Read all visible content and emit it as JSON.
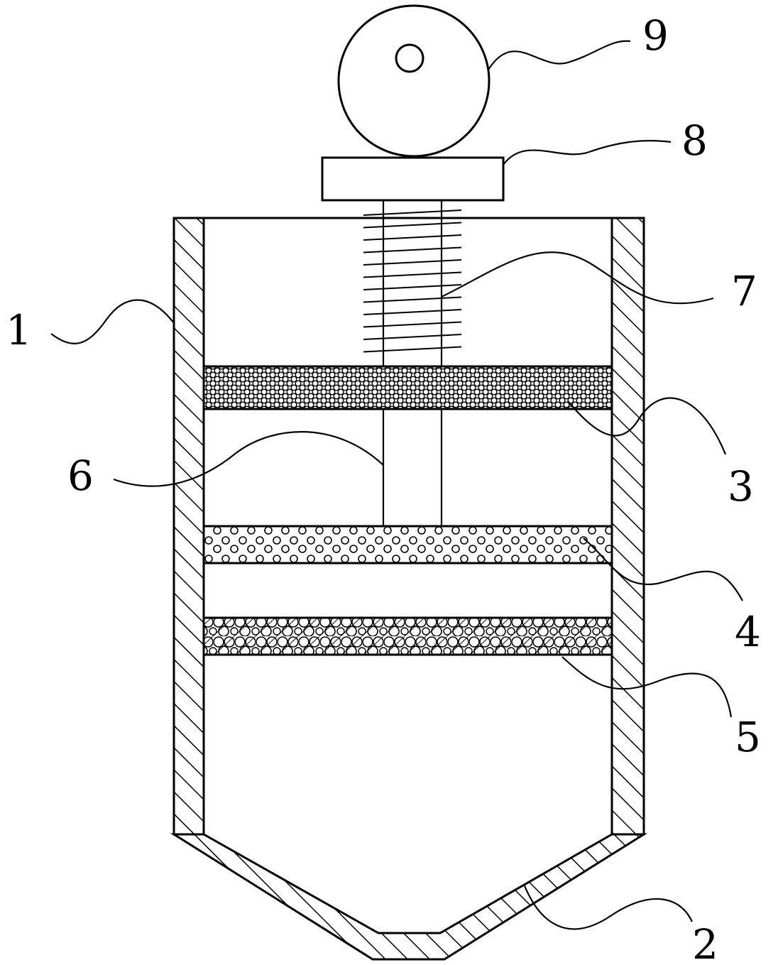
{
  "figure": {
    "labels": [
      {
        "id": "1",
        "text": "1",
        "part": "outer-housing"
      },
      {
        "id": "2",
        "text": "2",
        "part": "conical-bottom"
      },
      {
        "id": "3",
        "text": "3",
        "part": "upper-filter-layer"
      },
      {
        "id": "4",
        "text": "4",
        "part": "middle-filter-layer"
      },
      {
        "id": "5",
        "text": "5",
        "part": "lower-filter-layer"
      },
      {
        "id": "6",
        "text": "6",
        "part": "connecting-rod"
      },
      {
        "id": "7",
        "text": "7",
        "part": "spring"
      },
      {
        "id": "8",
        "text": "8",
        "part": "press-plate"
      },
      {
        "id": "9",
        "text": "9",
        "part": "cam-wheel"
      }
    ]
  },
  "colors": {
    "line": "#000000",
    "background": "#ffffff"
  }
}
